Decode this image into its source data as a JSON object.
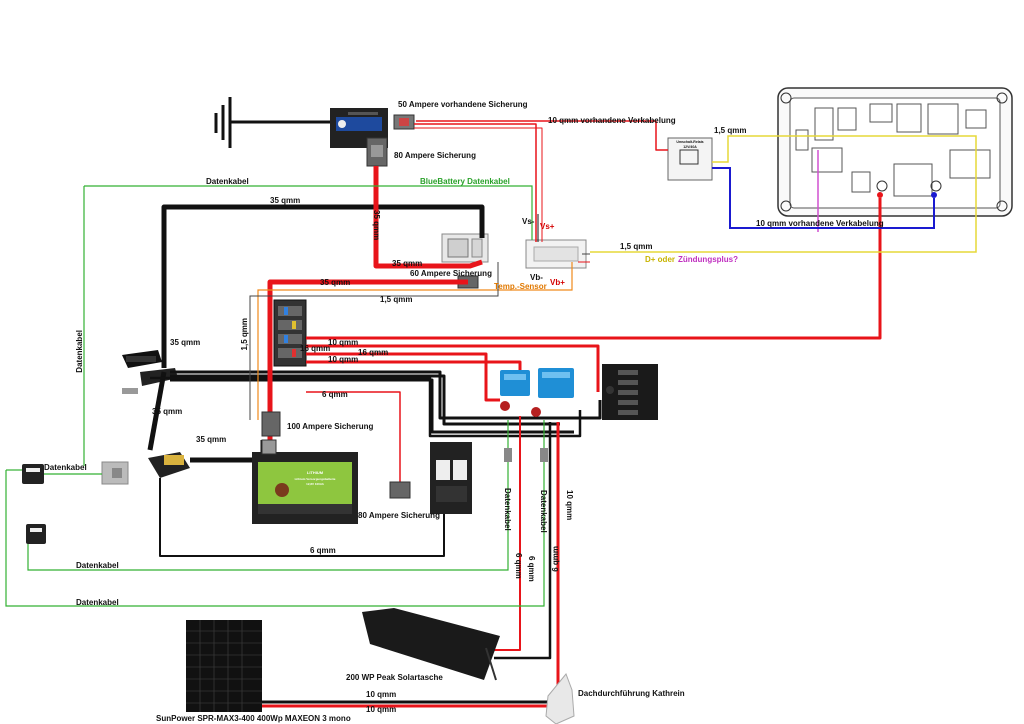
{
  "colors": {
    "positive": "#e8141a",
    "negative": "#111111",
    "data_cable": "#33b133",
    "d_plus": "#e6d838",
    "ignition": "#d050d0",
    "blue_line": "#1a1ad0",
    "orange_sensor": "#f08a1c",
    "device_blue": "#1f8fd6",
    "battery_green": "#8ec63f"
  },
  "labels": {
    "fuse_50": "50 Ampere vorhandene Sicherung",
    "fuse_80_top": "80 Ampere Sicherung",
    "existing_10": "10 qmm vorhandene Verkabelung",
    "q15_top": "1,5 qmm",
    "datenkabel_top": "Datenkabel",
    "bluebattery": "BlueBattery Datenkabel",
    "q35_top": "35 qmm",
    "q35_vertical": "35 qmm",
    "existing_10_blue": "10 qmm vorhandene Verkabelung",
    "vs_minus": "Vs-",
    "vs_plus": "Vs+",
    "q15_mid": "1,5 qmm",
    "d_plus": "D+ oder",
    "zuend": "Zündungsplus?",
    "q35_charger": "35 qmm",
    "fuse_60": "60 Ampere Sicherung",
    "vb_minus": "Vb-",
    "vb_plus": "Vb+",
    "temp_sensor": "Temp.-Sensor",
    "q35_b": "35 qmm",
    "q15_b": "1,5 qmm",
    "q15_vertical": "1,5 qmm",
    "datenkabel_left": "Datenkabel",
    "q35_shunt": "35 qmm",
    "q10_a": "10 qmm",
    "q16": "16 qmm",
    "q16_b": "16 qmm",
    "q10_b": "10 qmm",
    "q35_c": "35 qmm",
    "q6_a": "6 qmm",
    "fuse_100": "100 Ampere Sicherung",
    "q35_d": "35 qmm",
    "datenkabel_shunt": "Datenkabel",
    "fuse_80_bot": "80 Ampere Sicherung",
    "q6_b": "6 qmm",
    "datenkabel_mppt1": "Datenkabel",
    "datenkabel_mppt2": "Datenkabel",
    "q10_c": "10 qmm",
    "q6_c": "6 qmm",
    "q6_d": "6 qmm",
    "datenkabel_bottom1": "Datenkabel",
    "datenkabel_bottom2": "Datenkabel",
    "solartasche": "200 WP Peak Solartasche",
    "dachdurch": "Dachdurchführung Kathrein",
    "q10_d": "10 qmm",
    "q10_e": "10 qmm",
    "sunpower": "SunPower SPR-MAX3-400 400Wp MAXEON 3 mono"
  },
  "battery": {
    "brand": "LITHIUM",
    "line1": "Lithium Versorgungsbatterie",
    "line2": "12,8V 100Ah"
  },
  "relay": {
    "title": "Umschalt-Relais",
    "sub": "12V/40A"
  }
}
